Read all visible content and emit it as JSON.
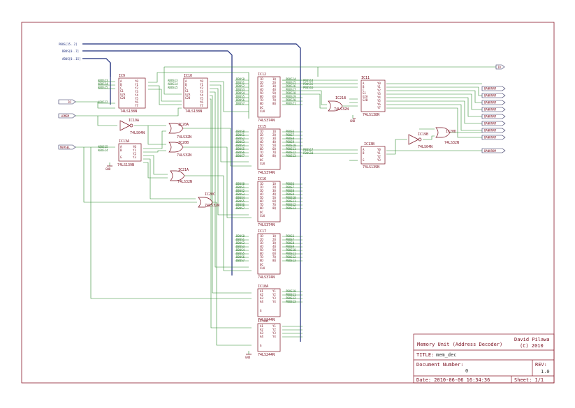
{
  "colors": {
    "frame": "#8a1a2a",
    "wire": "#2f8a2f",
    "bus": "#1a2a7a",
    "part": "#7a1020",
    "background": "#ffffff"
  },
  "buses": [
    "PBUS[15..2]",
    "DBUS[0..7]",
    "ABUS[0..15]"
  ],
  "ports": {
    "left": [
      "IO",
      "LDMEM",
      "MEMSEL"
    ],
    "right_top": "IO",
    "bankram": [
      "BANKRAM",
      "BANKRAM",
      "BANKRAM",
      "BANKRAM",
      "BANKRAM",
      "BANKRAM",
      "BANKRAM",
      "BANKRAM"
    ],
    "bankrom": "BANKROM"
  },
  "parts": {
    "ic9": {
      "name": "IC9",
      "type": "74LS138N",
      "pins_left": [
        "A",
        "B",
        "C",
        "G1",
        "G2A",
        "G2B"
      ],
      "pins_right": [
        "Y0",
        "Y1",
        "Y2",
        "Y3",
        "Y4",
        "Y5",
        "Y6",
        "Y7"
      ],
      "nets": [
        "ABUS13",
        "ABUS14",
        "ABUS15",
        "ABUS12"
      ]
    },
    "ic10": {
      "name": "IC10",
      "type": "74LS138N",
      "pins_left": [
        "A",
        "B",
        "C",
        "G1",
        "G2A",
        "G2B"
      ],
      "pins_right": [
        "Y0",
        "Y1",
        "Y2",
        "Y3",
        "Y4",
        "Y5",
        "Y6",
        "Y7"
      ],
      "nets": [
        "ABUS13",
        "ABUS14",
        "ABUS15"
      ]
    },
    "ic11": {
      "name": "IC11",
      "type": "74LS138N",
      "pins_left": [
        "A",
        "B",
        "C",
        "G1",
        "G2A",
        "G2B"
      ],
      "pins_right": [
        "Y0",
        "Y1",
        "Y2",
        "Y3",
        "Y4",
        "Y5",
        "Y6",
        "Y7"
      ],
      "nets": [
        "PBUS14",
        "PBUS15",
        "PBUS16"
      ]
    },
    "ic12": {
      "name": "IC12",
      "type": "74LS374N",
      "nets_in": [
        "DBUS0",
        "DBUS1",
        "DBUS2",
        "DBUS3",
        "DBUS4",
        "DBUS5",
        "DBUS6",
        "DBUS7"
      ],
      "nets_out": [
        "PBUS14",
        "PBUS15",
        "PBUS16",
        "PBUS17",
        "PBUS18",
        "PBUS19",
        "PBUS20",
        "PBUS21"
      ]
    },
    "ic15": {
      "name": "IC15",
      "type": "74LS374N",
      "nets_in": [
        "DBUS0",
        "DBUS1",
        "DBUS2",
        "DBUS3",
        "DBUS4",
        "DBUS5",
        "DBUS6",
        "DBUS7"
      ],
      "nets_out": [
        "PBUS6",
        "PBUS7",
        "PBUS8",
        "PBUS9",
        "PBUS10",
        "PBUS11",
        "PBUS12",
        "PBUS13"
      ]
    },
    "ic16": {
      "name": "IC16",
      "type": "74LS374N",
      "nets_in": [
        "DBUS0",
        "DBUS1",
        "DBUS2",
        "DBUS3",
        "DBUS4",
        "DBUS5",
        "DBUS6",
        "DBUS7"
      ],
      "nets_out": [
        "PBUS6",
        "PBUS7",
        "PBUS8",
        "PBUS9",
        "PBUS10",
        "PBUS11",
        "PBUS12",
        "PBUS13"
      ]
    },
    "ic17": {
      "name": "IC17",
      "type": "74LS374N",
      "nets_in": [
        "DBUS0",
        "DBUS1",
        "DBUS2",
        "DBUS3",
        "DBUS4",
        "DBUS5",
        "DBUS6",
        "DBUS7"
      ],
      "nets_out": [
        "PBUS6",
        "PBUS7",
        "PBUS8",
        "PBUS9",
        "PBUS10",
        "PBUS11",
        "PBUS12",
        "PBUS13"
      ]
    },
    "ic13a": {
      "name": "IC13A",
      "type": "74LS139N",
      "pins_left": [
        "A",
        "B",
        "G"
      ],
      "pins_right": [
        "Y0",
        "Y1",
        "Y2",
        "Y3"
      ],
      "nets": [
        "ABUS15",
        "ABUS14"
      ]
    },
    "ic13b": {
      "name": "IC13B",
      "type": "74LS139N",
      "pins_left": [
        "A",
        "B",
        "G"
      ],
      "pins_right": [
        "Y0",
        "Y1",
        "Y2",
        "Y3"
      ],
      "nets": [
        "PBUS17",
        "PBUS18"
      ]
    },
    "ic18a": {
      "name": "IC18A",
      "type": "74LS244N",
      "pins_left": [
        "A1",
        "A2",
        "A3",
        "A4",
        "G"
      ],
      "pins_right": [
        "Y1",
        "Y2",
        "Y3",
        "Y4"
      ],
      "nets": [
        "PBUS10",
        "PBUS11",
        "PBUS12",
        "PBUS13"
      ]
    },
    "ic18b": {
      "name": "IC18B",
      "type": "74LS244N",
      "pins_left": [
        "A1",
        "A2",
        "A3",
        "A4",
        "G"
      ],
      "pins_right": [
        "Y1",
        "Y2",
        "Y3",
        "Y4"
      ]
    },
    "ic19a": {
      "name": "IC19A",
      "type": "74LS04N"
    },
    "ic19b": {
      "name": "IC19B",
      "type": "74LS04N"
    },
    "ic20a": {
      "name": "IC20A",
      "type": "74LS32N"
    },
    "ic20b": {
      "name": "IC20B",
      "type": "74LS32N"
    },
    "ic20c": {
      "name": "IC20C",
      "type": "74LS32N"
    },
    "ic20d": {
      "name": "IC20D",
      "type": "74LS32N"
    },
    "ic21a": {
      "name": "IC21A",
      "type": "74LS32N"
    },
    "ic21b": {
      "name": "IC21B",
      "type": "74LS32N"
    }
  },
  "latch_pins": {
    "left": [
      "1D",
      "2D",
      "3D",
      "4D",
      "5D",
      "6D",
      "7D",
      "8D",
      "OC",
      "CLK"
    ],
    "right": [
      "1Q",
      "2Q",
      "3Q",
      "4Q",
      "5Q",
      "6Q",
      "7Q",
      "8Q"
    ]
  },
  "gnd": "GND",
  "title_block": {
    "title": "Memory Unit (Address Decoder)",
    "author": "David Pilawa",
    "copyright": "(C) 2010",
    "title_label": "TITLE:",
    "title_value": "mem_dec",
    "docnum_label": "Document Number:",
    "docnum_value": "0",
    "rev_label": "REV:",
    "rev_value": "1.0",
    "date": "Date: 2010-06-06 16:34:36",
    "sheet": "Sheet: 1/1"
  }
}
